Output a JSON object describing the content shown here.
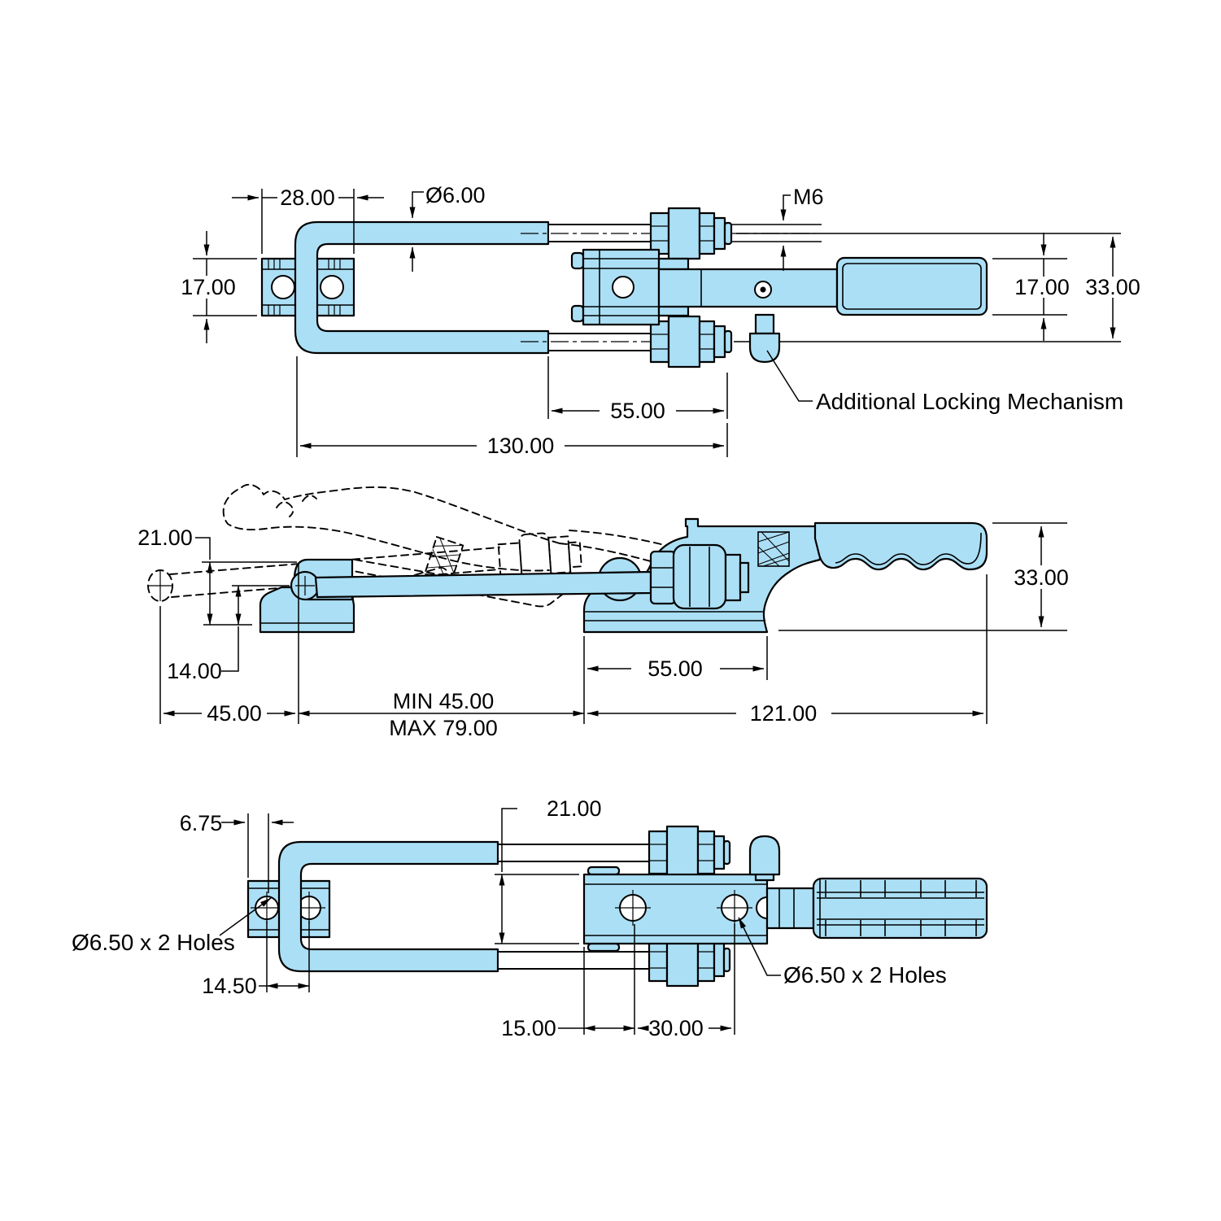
{
  "drawing": {
    "part_fill": "#ABDFF5",
    "line_color": "#000000",
    "background": "#FFFFFF",
    "type": "technical-dimension-drawing",
    "subject": "pull-action toggle latch clamp, three orthographic views"
  },
  "top_view": {
    "dim_catch_plate_width": "28.00",
    "dim_rod_diameter": "Ø6.00",
    "dim_thread_callout": "M6",
    "dim_catch_plate_height": "17.00",
    "dim_handle_height": "17.00",
    "dim_overall_height": "33.00",
    "dim_pivot_span": "55.00",
    "dim_overall_length": "130.00",
    "callout_locking": "Additional Locking Mechanism"
  },
  "side_view": {
    "dim_catch_height": "21.00",
    "dim_rod_axis_height": "14.00",
    "dim_rod_reach": "45.00",
    "dim_span_min": "MIN 45.00",
    "dim_span_max": "MAX 79.00",
    "dim_base_length": "55.00",
    "dim_body_length": "121.00",
    "dim_overall_height": "33.00"
  },
  "bottom_view": {
    "dim_edge_to_hole": "6.75",
    "dim_base_plate_width": "21.00",
    "dim_catch_hole_spacing": "14.50",
    "dim_edge_to_first_hole": "15.00",
    "dim_base_hole_spacing": "30.00",
    "callout_catch_holes": "Ø6.50 x 2 Holes",
    "callout_base_holes": "Ø6.50 x 2 Holes"
  }
}
